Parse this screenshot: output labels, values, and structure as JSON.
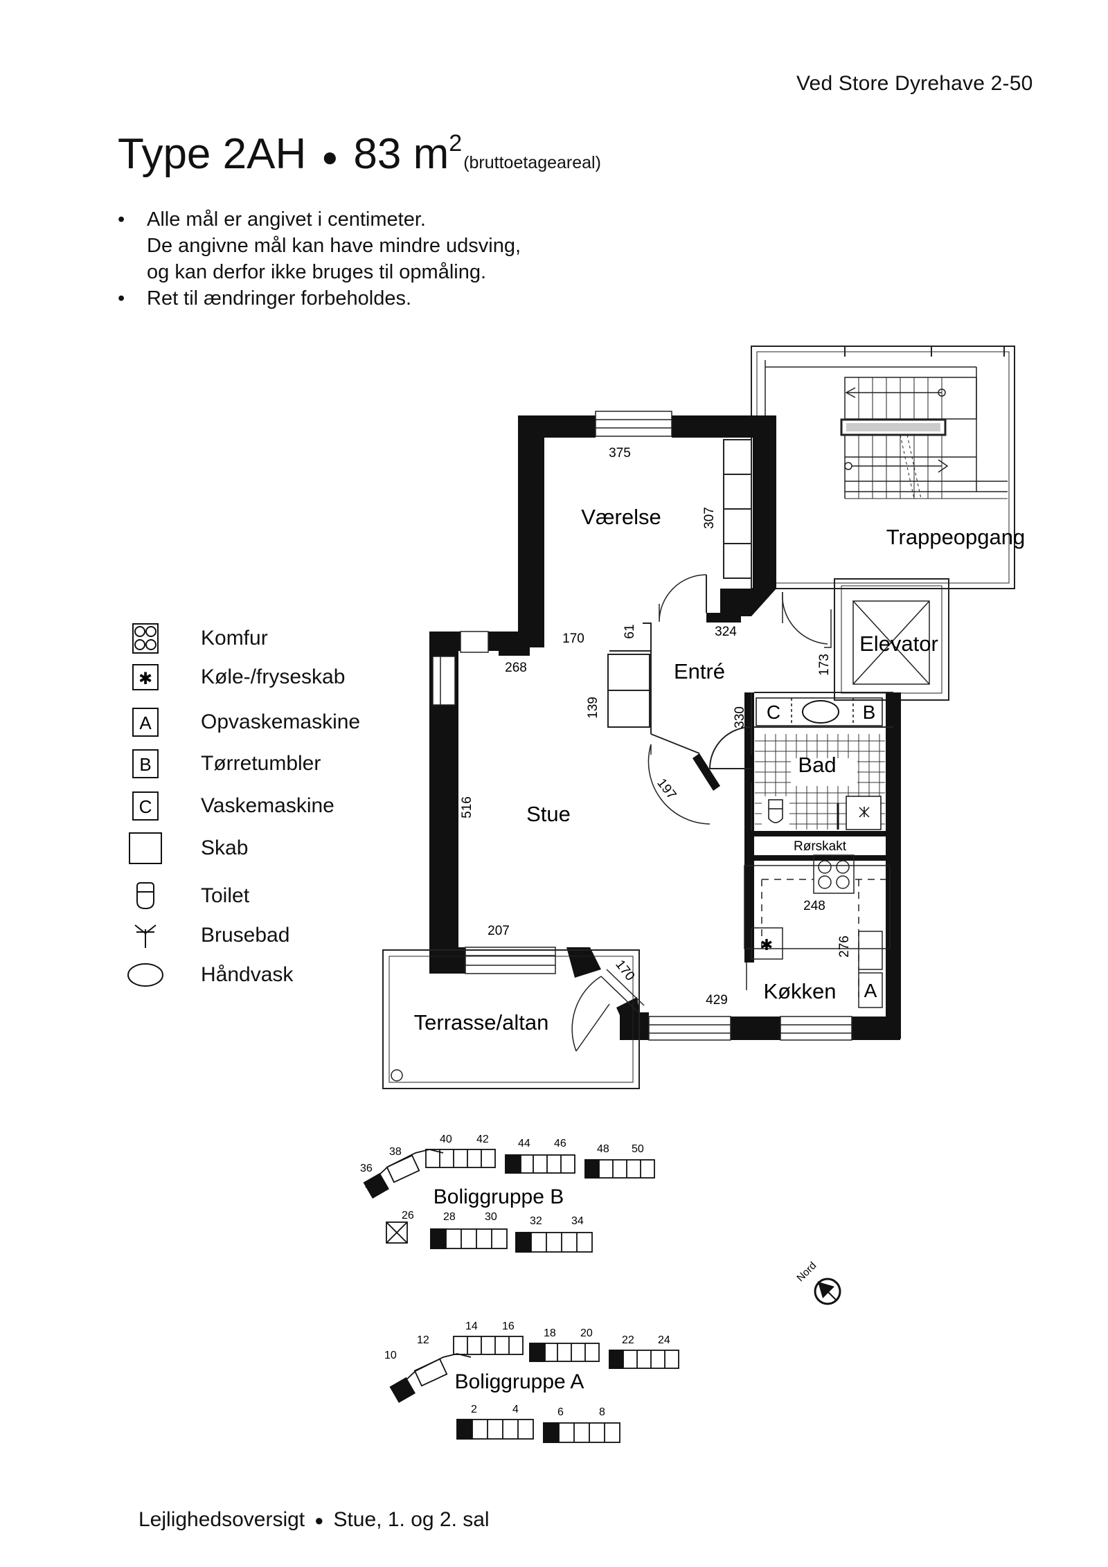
{
  "header": {
    "address": "Ved Store Dyrehave 2-50"
  },
  "title": {
    "type": "Type 2AH",
    "area_value": "83 m",
    "area_superscript": "2",
    "area_note": "(bruttoetageareal)"
  },
  "notes": [
    "Alle mål er angivet i centimeter.",
    "De angivne mål kan have mindre udsving,",
    "og kan derfor ikke bruges til opmåling.",
    "Ret til ændringer forbeholdes."
  ],
  "legend": [
    {
      "icon": "stove-icon",
      "label": "Komfur"
    },
    {
      "icon": "fridge-freezer-icon",
      "label": "Køle-/fryseskab",
      "symbol": "✱"
    },
    {
      "icon": "dishwasher-icon",
      "label": "Opvaskemaskine",
      "symbol": "A"
    },
    {
      "icon": "dryer-icon",
      "label": "Tørretumbler",
      "symbol": "B"
    },
    {
      "icon": "washing-machine-icon",
      "label": "Vaskemaskine",
      "symbol": "C"
    },
    {
      "icon": "cabinet-icon",
      "label": "Skab"
    },
    {
      "icon": "toilet-icon",
      "label": "Toilet"
    },
    {
      "icon": "shower-icon",
      "label": "Brusebad"
    },
    {
      "icon": "sink-icon",
      "label": "Håndvask"
    }
  ],
  "rooms": {
    "vaerelse": "Værelse",
    "trappeopgang": "Trappeopgang",
    "elevator": "Elevator",
    "entre": "Entré",
    "bad": "Bad",
    "rorskakt": "Rørskakt",
    "stue": "Stue",
    "kokken": "Køkken",
    "terrasse": "Terrasse/altan"
  },
  "appliance_marks": {
    "c": "C",
    "b": "B",
    "a": "A",
    "fridge": "✱"
  },
  "dimensions": {
    "d375": "375",
    "d307": "307",
    "d170a": "170",
    "d61": "61",
    "d324": "324",
    "d173": "173",
    "d268": "268",
    "d139": "139",
    "d330": "330",
    "d197": "197",
    "d516": "516",
    "d248": "248",
    "d276": "276",
    "d207": "207",
    "d170b": "170",
    "d429": "429"
  },
  "site_plan": {
    "group_b": "Boliggruppe B",
    "group_a": "Boliggruppe A",
    "north": "Nord",
    "numbers_b": [
      "36",
      "38",
      "40",
      "42",
      "44",
      "46",
      "48",
      "50",
      "26",
      "28",
      "30",
      "32",
      "34"
    ],
    "numbers_a": [
      "10",
      "12",
      "14",
      "16",
      "18",
      "20",
      "22",
      "24",
      "2",
      "4",
      "6",
      "8"
    ]
  },
  "footer": {
    "left": "Lejlighedsoversigt",
    "right": "Stue, 1. og 2. sal"
  }
}
